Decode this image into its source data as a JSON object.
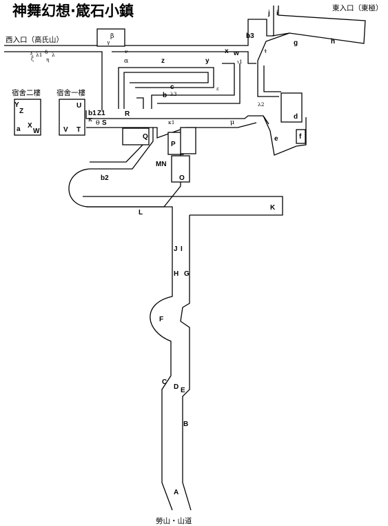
{
  "title": "神舞幻想·箴石小鎮",
  "entrances": {
    "west": "西入口（高氏山）",
    "east": "東入口（東極）",
    "south": "勞山・山道"
  },
  "buildings": {
    "dorm_2f": "宿舍二樓",
    "dorm_1f": "宿舍一樓"
  },
  "markers": [
    {
      "id": "A",
      "text": "A",
      "kind": "lbl"
    },
    {
      "id": "B",
      "text": "B",
      "kind": "lbl"
    },
    {
      "id": "C",
      "text": "C",
      "kind": "lbl"
    },
    {
      "id": "D",
      "text": "D",
      "kind": "lbl"
    },
    {
      "id": "E",
      "text": "E",
      "kind": "lbl"
    },
    {
      "id": "F",
      "text": "F",
      "kind": "lbl"
    },
    {
      "id": "G",
      "text": "G",
      "kind": "lbl"
    },
    {
      "id": "H",
      "text": "H",
      "kind": "lbl"
    },
    {
      "id": "I",
      "text": "I",
      "kind": "lbl"
    },
    {
      "id": "J",
      "text": "J",
      "kind": "lbl"
    },
    {
      "id": "K",
      "text": "K",
      "kind": "lbl"
    },
    {
      "id": "L",
      "text": "L",
      "kind": "lbl"
    },
    {
      "id": "MN",
      "text": "MN",
      "kind": "lbl"
    },
    {
      "id": "O",
      "text": "O",
      "kind": "lbl"
    },
    {
      "id": "P",
      "text": "P",
      "kind": "lbl"
    },
    {
      "id": "Q",
      "text": "Q",
      "kind": "lbl"
    },
    {
      "id": "R",
      "text": "R",
      "kind": "lbl"
    },
    {
      "id": "S",
      "text": "S",
      "kind": "lbl"
    },
    {
      "id": "T",
      "text": "T",
      "kind": "lbl"
    },
    {
      "id": "U",
      "text": "U",
      "kind": "lbl"
    },
    {
      "id": "V",
      "text": "V",
      "kind": "lbl"
    },
    {
      "id": "W",
      "text": "W",
      "kind": "lbl"
    },
    {
      "id": "X",
      "text": "X",
      "kind": "lbl"
    },
    {
      "id": "Y",
      "text": "Y",
      "kind": "lbl"
    },
    {
      "id": "Z",
      "text": "Z",
      "kind": "lbl"
    },
    {
      "id": "Z1",
      "text": "Z1",
      "kind": "lbl"
    },
    {
      "id": "a",
      "text": "a",
      "kind": "lbl"
    },
    {
      "id": "b",
      "text": "b",
      "kind": "lbl"
    },
    {
      "id": "b1",
      "text": "b1",
      "kind": "lbl"
    },
    {
      "id": "b2",
      "text": "b2",
      "kind": "lbl"
    },
    {
      "id": "b3",
      "text": "b3",
      "kind": "lbl"
    },
    {
      "id": "c",
      "text": "c",
      "kind": "lbl"
    },
    {
      "id": "d",
      "text": "d",
      "kind": "lbl"
    },
    {
      "id": "e",
      "text": "e",
      "kind": "lbl"
    },
    {
      "id": "f",
      "text": "f",
      "kind": "lbl"
    },
    {
      "id": "g",
      "text": "g",
      "kind": "lbl"
    },
    {
      "id": "h",
      "text": "h",
      "kind": "lbl"
    },
    {
      "id": "i",
      "text": "i",
      "kind": "lbl"
    },
    {
      "id": "j",
      "text": "j",
      "kind": "lbl"
    },
    {
      "id": "w",
      "text": "w",
      "kind": "lbl"
    },
    {
      "id": "x",
      "text": "x",
      "kind": "lbl"
    },
    {
      "id": "y",
      "text": "y",
      "kind": "lbl"
    },
    {
      "id": "z",
      "text": "z",
      "kind": "lbl"
    },
    {
      "id": "alpha",
      "text": "α",
      "kind": "grk"
    },
    {
      "id": "beta",
      "text": "β",
      "kind": "grk"
    },
    {
      "id": "gamma",
      "text": "γ",
      "kind": "grk-s"
    },
    {
      "id": "delta",
      "text": "δ",
      "kind": "grk-s"
    },
    {
      "id": "epsilon",
      "text": "ε",
      "kind": "grk-s"
    },
    {
      "id": "zeta",
      "text": "ζ",
      "kind": "grk-s"
    },
    {
      "id": "eta",
      "text": "η",
      "kind": "grk-s"
    },
    {
      "id": "theta",
      "text": "θ",
      "kind": "grk"
    },
    {
      "id": "iota",
      "text": "ι",
      "kind": "grk-s"
    },
    {
      "id": "iota1",
      "text": "ι1",
      "kind": "grk-s"
    },
    {
      "id": "kappa",
      "text": "κ",
      "kind": "grk"
    },
    {
      "id": "kappa1",
      "text": "κ1",
      "kind": "grk-s"
    },
    {
      "id": "lambda",
      "text": "λ",
      "kind": "grk-s"
    },
    {
      "id": "lambda1",
      "text": "λ1",
      "kind": "grk-s"
    },
    {
      "id": "lambda2",
      "text": "λ2",
      "kind": "grk-s"
    },
    {
      "id": "lambda3",
      "text": "λ3",
      "kind": "grk-s"
    },
    {
      "id": "mu",
      "text": "μ",
      "kind": "grk"
    },
    {
      "id": "nu",
      "text": "ν",
      "kind": "grk-s"
    },
    {
      "id": "xi",
      "text": "ξ",
      "kind": "grk-s"
    },
    {
      "id": "tau",
      "text": "τ",
      "kind": "grk-s"
    }
  ]
}
